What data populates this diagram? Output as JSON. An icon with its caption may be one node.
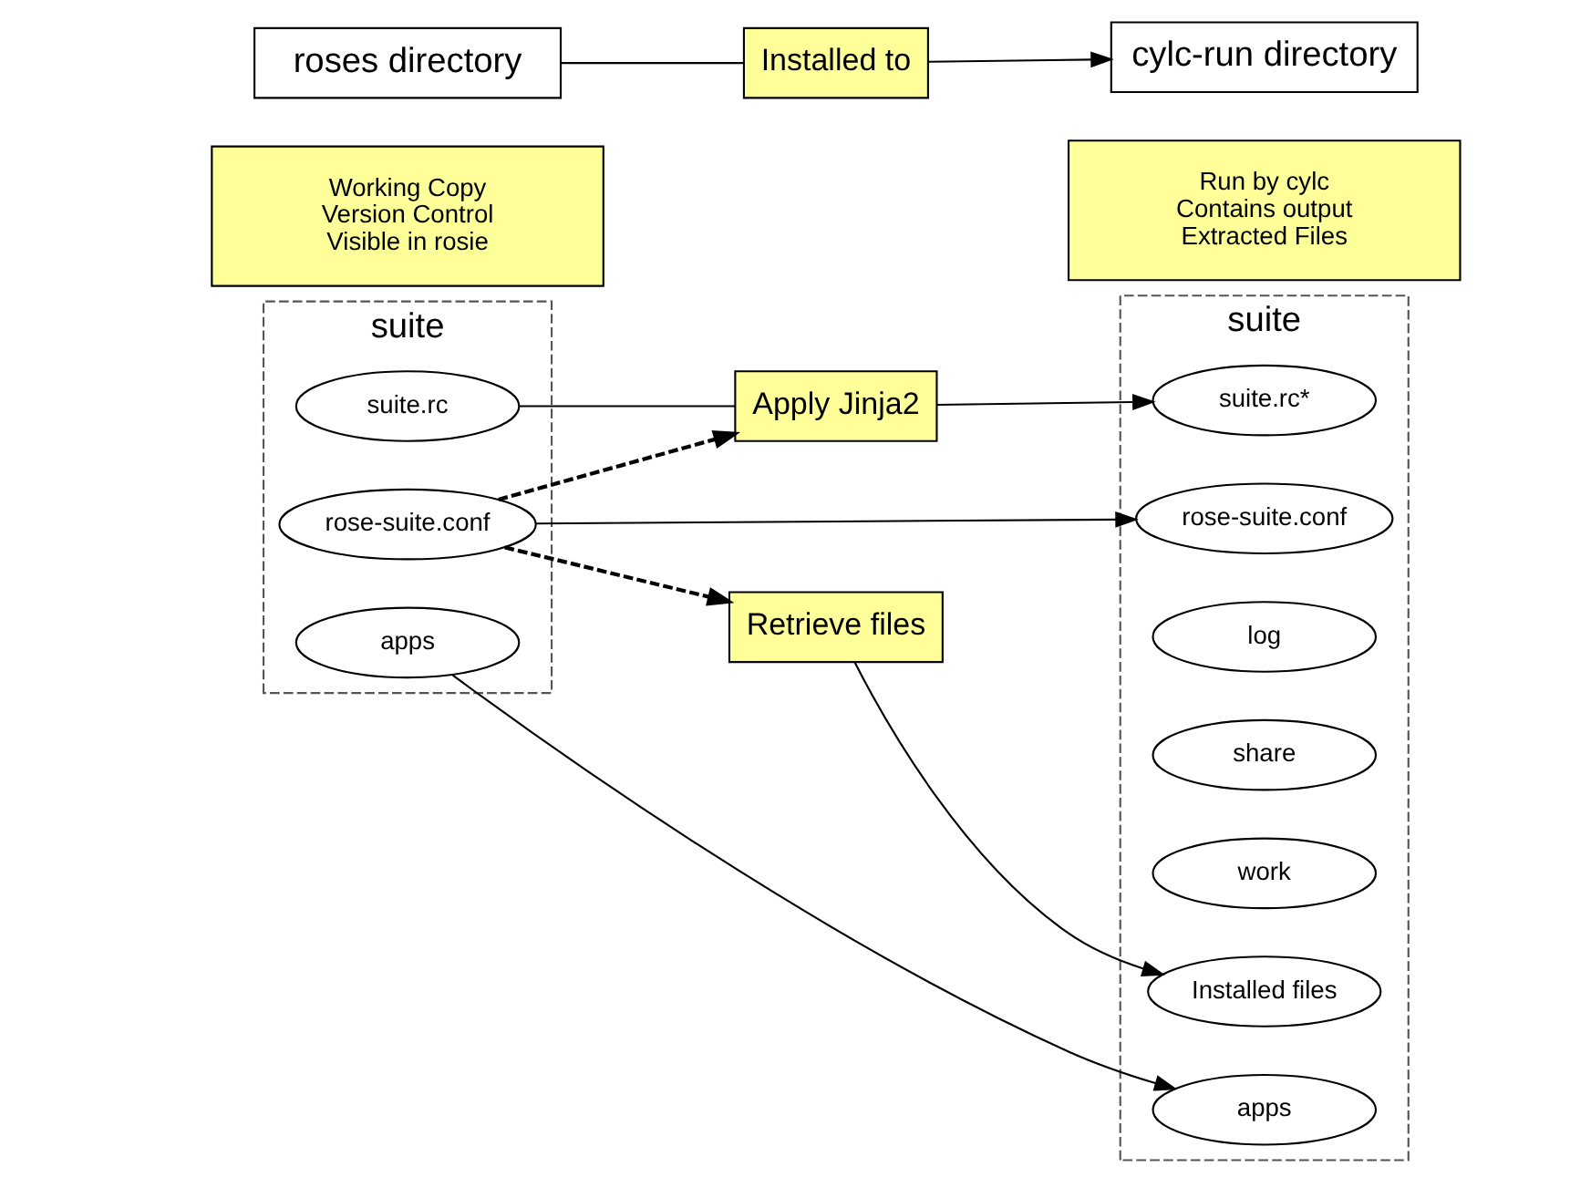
{
  "diagram": {
    "nodes": [
      {
        "text": [
          "roses directory"
        ]
      },
      {
        "text": [
          "Installed to"
        ]
      },
      {
        "text": [
          "cylc-run directory"
        ]
      },
      {
        "text": [
          "suite"
        ]
      },
      {
        "text": [
          "apps"
        ],
        "in": 3
      },
      {
        "text": [
          "suite.rc"
        ],
        "in": 3
      },
      {
        "text": [
          "rose-suite.conf"
        ],
        "in": 3
      },
      {
        "text": [
          "Apply Jinja2"
        ]
      },
      {
        "text": [
          "Retrieve files"
        ]
      },
      {
        "text": [
          "suite"
        ]
      },
      {
        "text": [
          "apps"
        ],
        "in": 9
      },
      {
        "text": [
          "suite.rc*"
        ],
        "in": 9
      },
      {
        "text": [
          "rose-suite.conf"
        ],
        "in": 9
      },
      {
        "text": [
          "Installed files"
        ],
        "in": 9
      },
      {
        "text": [
          "work"
        ],
        "in": 9
      },
      {
        "text": [
          "share"
        ],
        "in": 9
      },
      {
        "text": [
          "log"
        ],
        "in": 9
      },
      {
        "text": [
          "Working Copy",
          "Version Control",
          "Visible in rosie"
        ]
      },
      {
        "text": [
          "Run by cylc",
          "Contains output",
          "Extracted Files"
        ]
      }
    ],
    "edges": [
      {
        "from": 0,
        "to": 1,
        "arrow": "none"
      },
      {
        "from": 1,
        "to": 2,
        "arrow": "to"
      },
      {
        "from": 4,
        "to": 10,
        "arrow": "to"
      },
      {
        "from": 5,
        "to": 7,
        "arrow": "none"
      },
      {
        "from": 7,
        "to": 11,
        "arrow": "to"
      },
      {
        "from": 6,
        "to": 7,
        "arrow": "to",
        "style": "dashed"
      },
      {
        "from": 6,
        "to": 12,
        "arrow": "to"
      },
      {
        "from": 6,
        "to": 8,
        "arrow": "to",
        "style": "dashed"
      },
      {
        "from": 8,
        "to": 13,
        "arrow": "to"
      }
    ]
  }
}
